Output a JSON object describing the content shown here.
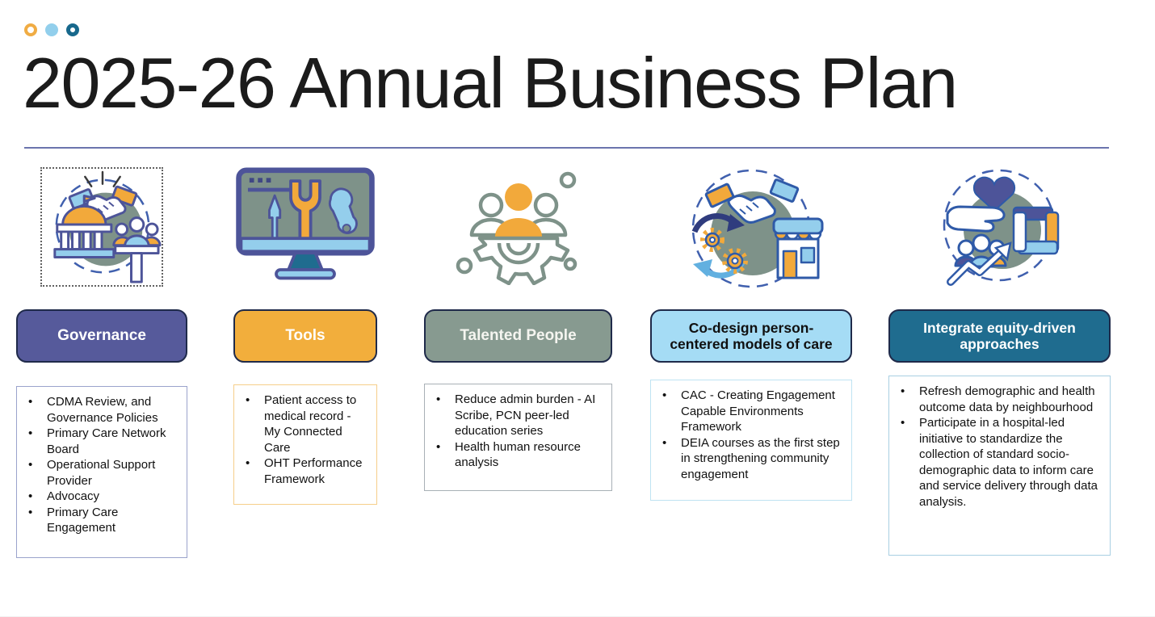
{
  "slide": {
    "title": "2025-26 Annual Business Plan",
    "divider_color": "#6B74AE",
    "dots": [
      {
        "name": "ring-dot-orange",
        "color": "#F0AC44"
      },
      {
        "name": "solid-dot-lightblue",
        "color": "#92CFEC"
      },
      {
        "name": "ring-dot-teal",
        "color": "#17688C"
      }
    ]
  },
  "palette": {
    "purple": "#565A9B",
    "orange": "#F2AE3C",
    "sage": "#879A90",
    "light_blue": "#A5DCF5",
    "teal": "#1F6C8F",
    "icon_outline": "#4D5499",
    "icon_circle_bg": "#7E9289",
    "dashed_circle": "#4060AE"
  },
  "columns": [
    {
      "id": "governance",
      "icon": "governance-handshake-building-icon",
      "header": {
        "label": "Governance",
        "bg": "#565A9B",
        "text_color": "#FFFFFF"
      },
      "items": [
        "CDMA Review, and Governance Policies",
        "Primary Care Network Board",
        "Operational Support Provider",
        "Advocacy",
        "Primary Care Engagement"
      ]
    },
    {
      "id": "tools",
      "icon": "tools-monitor-wrench-icon",
      "header": {
        "label": "Tools",
        "bg": "#F2AE3C",
        "text_color": "#FFFFFF"
      },
      "items": [
        "Patient access to medical record - My Connected Care",
        "OHT Performance Framework"
      ]
    },
    {
      "id": "talented-people",
      "icon": "people-gear-icon",
      "header": {
        "label": "Talented People",
        "bg": "#879A90",
        "text_color": "#FFFFFF"
      },
      "items": [
        "Reduce admin burden - AI Scribe, PCN peer-led education series",
        "Health human resource analysis"
      ]
    },
    {
      "id": "codesign",
      "icon": "handshake-gears-storefront-icon",
      "header": {
        "label": "Co-design person-centered models of care",
        "bg": "#A5DCF5",
        "text_color": "#101010"
      },
      "items": [
        "CAC - Creating Engagement Capable Environments Framework",
        "DEIA courses as the first step in strengthening community engagement"
      ]
    },
    {
      "id": "equity",
      "icon": "heart-hands-equity-icon",
      "header": {
        "label": "Integrate equity-driven approaches",
        "bg": "#1F6C8F",
        "text_color": "#FFFFFF"
      },
      "items": [
        "Refresh demographic and health outcome data by neighbourhood",
        "Participate in a hospital-led initiative to standardize the collection of standard socio-demographic data to inform care and service delivery through data analysis."
      ]
    }
  ]
}
